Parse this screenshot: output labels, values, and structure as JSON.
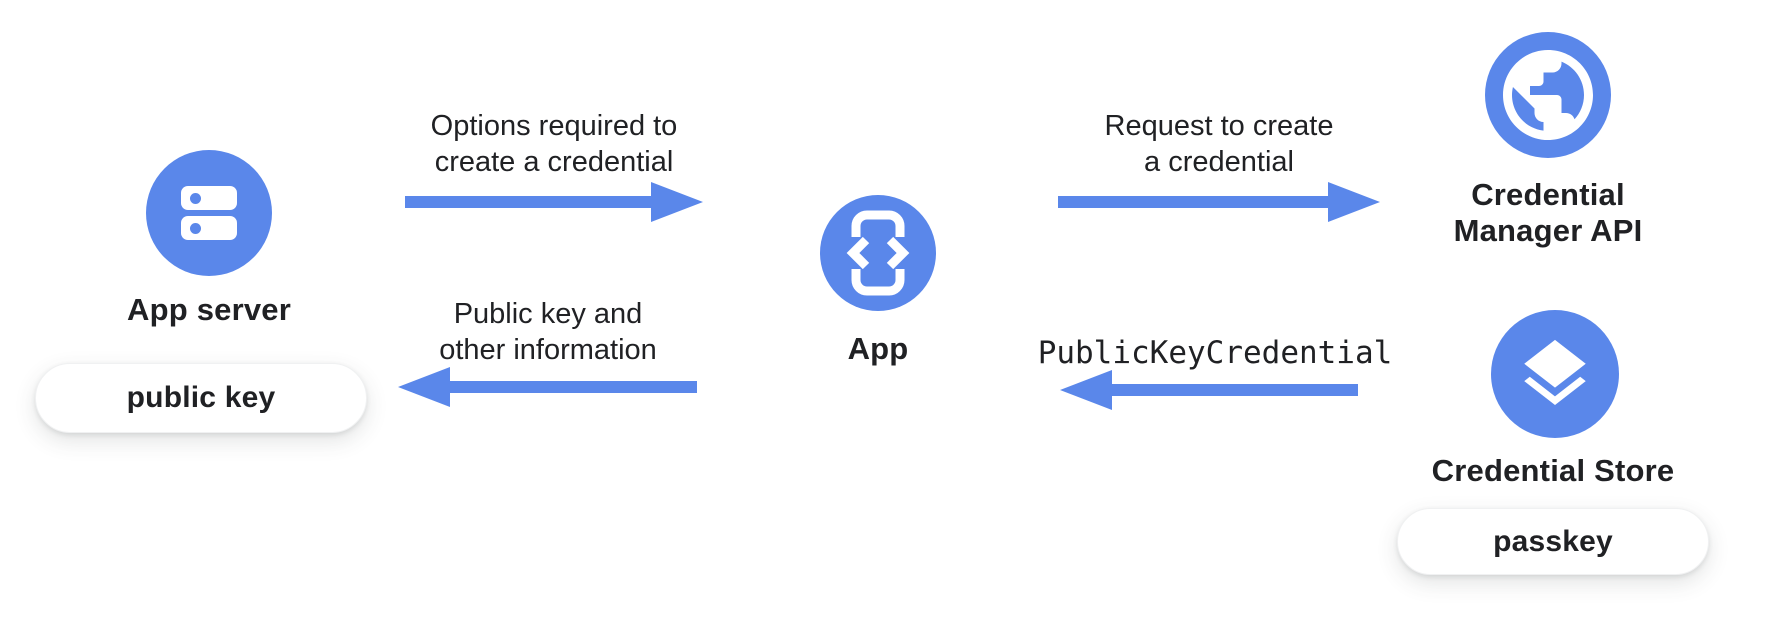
{
  "theme": {
    "background": "#ffffff",
    "accent_blue": "#5a87ea",
    "text": "#202124",
    "pill_bg": "#ffffff"
  },
  "nodes": {
    "app_server": {
      "label": "App server",
      "icon": "server-icon"
    },
    "app": {
      "label": "App",
      "icon": "phone-code-icon"
    },
    "credential_manager": {
      "line1": "Credential",
      "line2": "Manager API",
      "icon": "globe-icon"
    },
    "credential_store": {
      "label": "Credential Store",
      "icon": "layers-icon"
    }
  },
  "pills": {
    "public_key": "public key",
    "passkey": "passkey"
  },
  "arrows": {
    "options": {
      "line1": "Options required to",
      "line2": "create a credential",
      "direction": "right",
      "from": "App server",
      "to": "App"
    },
    "public_key_info": {
      "line1": "Public key and",
      "line2": "other information",
      "direction": "left",
      "from": "App",
      "to": "App server"
    },
    "request": {
      "line1": "Request to create",
      "line2": "a credential",
      "direction": "right",
      "from": "App",
      "to": "Credential Manager API"
    },
    "public_key_credential": {
      "label": "PublicKeyCredential",
      "direction": "left",
      "from": "Credential Store",
      "to": "App"
    }
  }
}
